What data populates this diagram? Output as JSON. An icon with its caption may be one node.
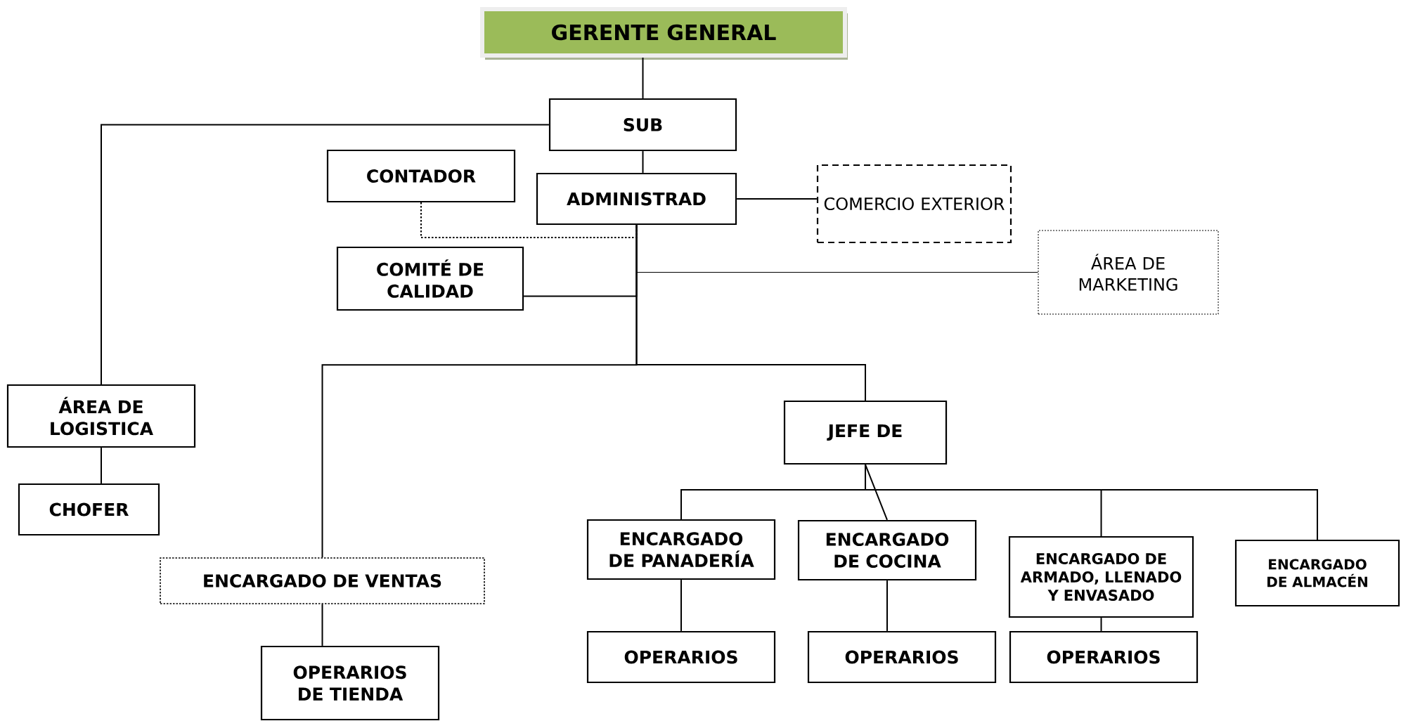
{
  "diagram": {
    "nodes": [
      {
        "text": [
          "GERENTE GENERAL"
        ]
      },
      {
        "text": [
          "SUB"
        ]
      },
      {
        "text": [
          "CONTADOR"
        ]
      },
      {
        "text": [
          "ADMINISTRAD"
        ]
      },
      {
        "text": [
          "COMERCIO EXTERIOR"
        ]
      },
      {
        "text": [
          "COMITÉ DE CALIDAD"
        ]
      },
      {
        "text": [
          "ÁREA DE MARKETING"
        ]
      },
      {
        "text": [
          "ÁREA DE LOGISTICA"
        ]
      },
      {
        "text": [
          "JEFE DE"
        ]
      },
      {
        "text": [
          "CHOFER"
        ]
      },
      {
        "text": [
          "ENCARGADO DE PANADERÍA"
        ]
      },
      {
        "text": [
          "ENCARGADO DE COCINA"
        ]
      },
      {
        "text": [
          "ENCARGADO DE ARMADO, LLENADO Y ENVASADO"
        ]
      },
      {
        "text": [
          "ENCARGADO DE ALMACÉN"
        ]
      },
      {
        "text": [
          "ENCARGADO DE VENTAS"
        ]
      },
      {
        "text": [
          "OPERARIOS"
        ]
      },
      {
        "text": [
          "OPERARIOS"
        ]
      },
      {
        "text": [
          "OPERARIOS"
        ]
      },
      {
        "text": [
          "OPERARIOS DE TIENDA"
        ]
      }
    ],
    "edges": [
      {
        "from": 0,
        "to": 1,
        "arrow": "none"
      },
      {
        "from": 1,
        "to": 3,
        "arrow": "none"
      },
      {
        "from": 1,
        "to": 7,
        "arrow": "none"
      },
      {
        "from": 3,
        "to": 4,
        "arrow": "none"
      },
      {
        "from": 2,
        "to": 3,
        "arrow": "none",
        "style": "dashed"
      },
      {
        "from": 3,
        "to": 5,
        "arrow": "none"
      },
      {
        "from": 3,
        "to": 6,
        "arrow": "none"
      },
      {
        "from": 3,
        "to": 14,
        "arrow": "none"
      },
      {
        "from": 3,
        "to": 8,
        "arrow": "none"
      },
      {
        "from": 7,
        "to": 9,
        "arrow": "none"
      },
      {
        "from": 8,
        "to": 10,
        "arrow": "none"
      },
      {
        "from": 8,
        "to": 11,
        "arrow": "none"
      },
      {
        "from": 8,
        "to": 12,
        "arrow": "none"
      },
      {
        "from": 8,
        "to": 13,
        "arrow": "none"
      },
      {
        "from": 14,
        "to": 18,
        "arrow": "none"
      },
      {
        "from": 10,
        "to": 15,
        "arrow": "none"
      },
      {
        "from": 11,
        "to": 16,
        "arrow": "none"
      },
      {
        "from": 12,
        "to": 17,
        "arrow": "none"
      }
    ]
  }
}
